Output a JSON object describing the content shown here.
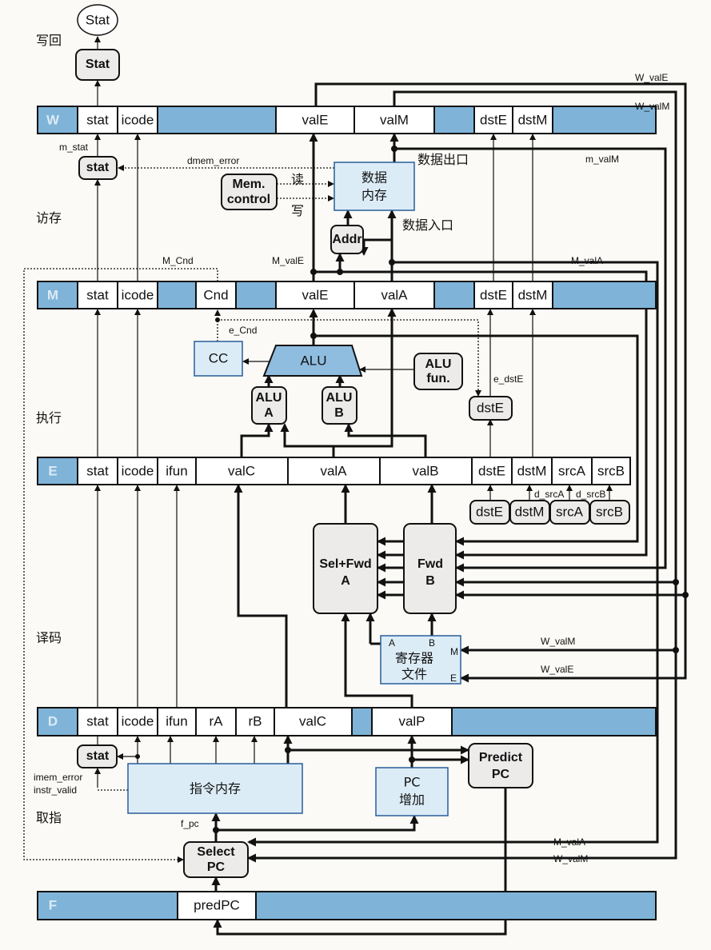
{
  "stages": {
    "writeback": "写回",
    "memory": "访存",
    "execute": "执行",
    "decode": "译码",
    "fetch": "取指"
  },
  "registers": {
    "W": {
      "label": "W",
      "fields": [
        "stat",
        "icode",
        "valE",
        "valM",
        "dstE",
        "dstM"
      ]
    },
    "M": {
      "label": "M",
      "fields": [
        "stat",
        "icode",
        "Cnd",
        "valE",
        "valA",
        "dstE",
        "dstM"
      ]
    },
    "E": {
      "label": "E",
      "fields": [
        "stat",
        "icode",
        "ifun",
        "valC",
        "valA",
        "valB",
        "dstE",
        "dstM",
        "srcA",
        "srcB"
      ]
    },
    "D": {
      "label": "D",
      "fields": [
        "stat",
        "icode",
        "ifun",
        "rA",
        "rB",
        "valC",
        "valP"
      ]
    },
    "F": {
      "label": "F",
      "fields": [
        "predPC"
      ]
    }
  },
  "blocks": {
    "stat_out": "Stat",
    "stat_w": "Stat",
    "stat_m": "stat",
    "mem_control_1": "Mem.",
    "mem_control_2": "control",
    "data_mem_1": "数据",
    "data_mem_2": "内存",
    "addr": "Addr",
    "cc": "CC",
    "alu": "ALU",
    "alu_fun_1": "ALU",
    "alu_fun_2": "fun.",
    "alu_a_1": "ALU",
    "alu_a_2": "A",
    "alu_b_1": "ALU",
    "alu_b_2": "B",
    "dste_e": "dstE",
    "d_dstE": "dstE",
    "d_dstM": "dstM",
    "d_srcA": "srcA",
    "d_srcB": "srcB",
    "selfwd_1": "Sel+Fwd",
    "selfwd_2": "A",
    "fwdb_1": "Fwd",
    "fwdb_2": "B",
    "regfile_1": "寄存器",
    "regfile_2": "文件",
    "regfile_A": "A",
    "regfile_B": "B",
    "regfile_M": "M",
    "regfile_E": "E",
    "stat_f": "stat",
    "imem": "指令内存",
    "pcinc_1": "PC",
    "pcinc_2": "增加",
    "predict_1": "Predict",
    "predict_2": "PC",
    "select_1": "Select",
    "select_2": "PC"
  },
  "signals": {
    "W_valE": "W_valE",
    "W_valM": "W_valM",
    "m_valM": "m_valM",
    "data_out": "数据出口",
    "data_in": "数据入口",
    "read": "读",
    "write": "写",
    "dmem_error": "dmem_error",
    "m_stat": "m_stat",
    "M_Cnd": "M_Cnd",
    "M_valE": "M_valE",
    "M_valA": "M_valA",
    "e_Cnd": "e_Cnd",
    "e_dstE": "e_dstE",
    "d_srcA": "d_srcA",
    "d_srcB": "d_srcB",
    "W_valM_rf": "W_valM",
    "W_valE_rf": "W_valE",
    "imem_error": "imem_error",
    "instr_valid": "instr_valid",
    "f_pc": "f_pc",
    "M_valA_sel": "M_valA",
    "W_valM_sel": "W_valM"
  },
  "colors": {
    "register_fill": "#7fb4d8",
    "memory_fill": "#dcecf7",
    "logic_fill": "#ecebea"
  }
}
